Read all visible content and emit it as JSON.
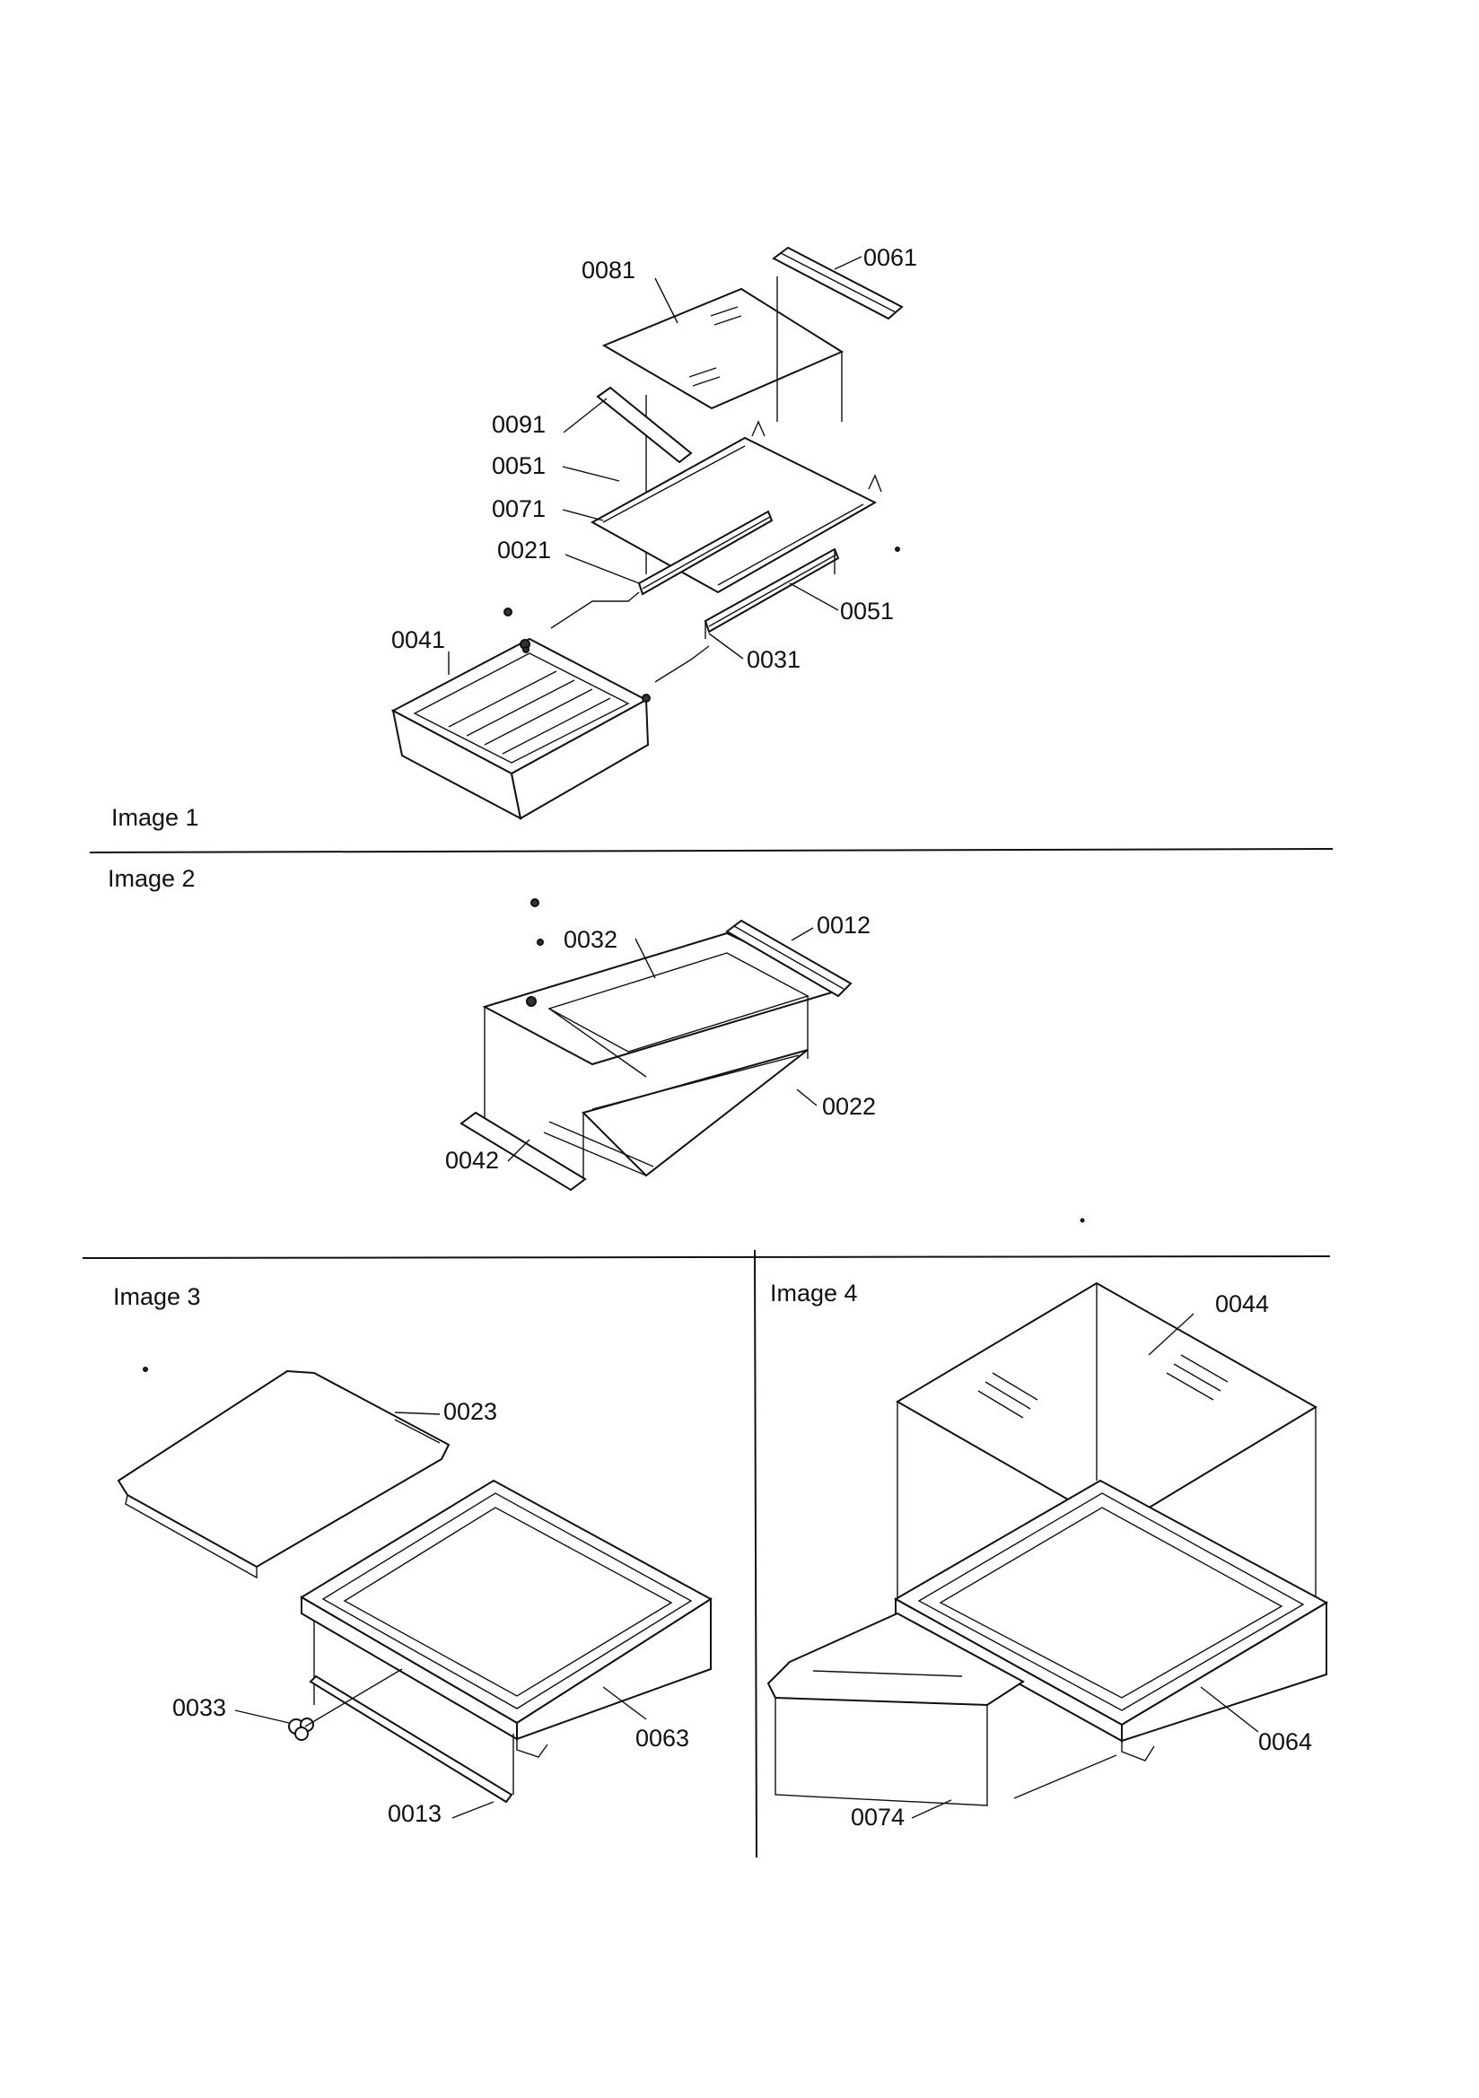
{
  "sections": [
    {
      "title": "Image 1",
      "parts": [
        "0081",
        "0061",
        "0091",
        "0051",
        "0071",
        "0021",
        "0051",
        "0041",
        "0031"
      ]
    },
    {
      "title": "Image 2",
      "parts": [
        "0032",
        "0012",
        "0022",
        "0042"
      ]
    },
    {
      "title": "Image 3",
      "parts": [
        "0023",
        "0033",
        "0063",
        "0013"
      ]
    },
    {
      "title": "Image 4",
      "parts": [
        "0044",
        "0064",
        "0074"
      ]
    }
  ]
}
